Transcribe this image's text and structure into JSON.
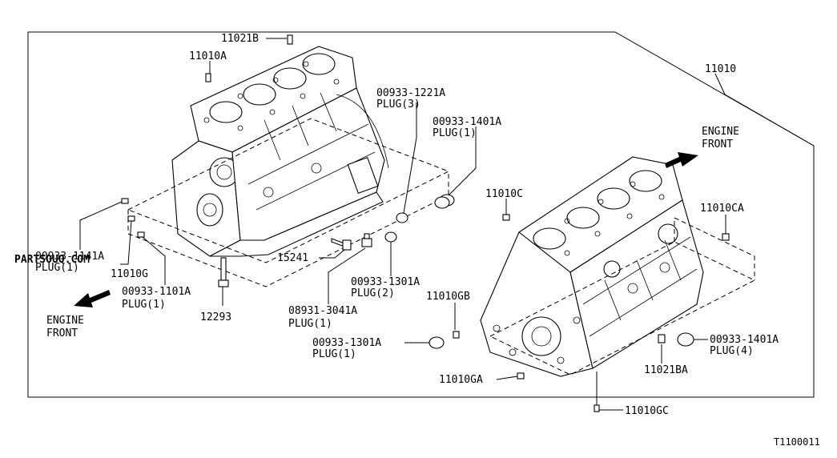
{
  "watermark": "PARTSOUQ.COM",
  "reference_code": "T1100011",
  "engine_front_left": {
    "line1": "ENGINE",
    "line2": "FRONT"
  },
  "engine_front_right": {
    "line1": "ENGINE",
    "line2": "FRONT"
  },
  "callouts": {
    "p11021B": "11021B",
    "p11010A": "11010A",
    "p11010": "11010",
    "p00933_1221A": "00933-1221A",
    "p00933_1221A_plug": "PLUG(3)",
    "p00933_1401A_top": "00933-1401A",
    "p00933_1401A_top_plug": "PLUG(1)",
    "p11010C": "11010C",
    "p11010CA": "11010CA",
    "p00933_1141A": "00933-1141A",
    "p00933_1141A_plug": "PLUG(1)",
    "p11010G": "11010G",
    "p00933_1101A": "00933-1101A",
    "p00933_1101A_plug": "PLUG(1)",
    "p12293": "12293",
    "p15241": "15241",
    "p00933_1301A_mid": "00933-1301A",
    "p00933_1301A_mid_plug": "PLUG(2)",
    "p08931_3041A": "08931-3041A",
    "p08931_3041A_plug": "PLUG(1)",
    "p11010GB": "11010GB",
    "p00933_1301A_low": "00933-1301A",
    "p00933_1301A_low_plug": "PLUG(1)",
    "p00933_1401A_right": "00933-1401A",
    "p00933_1401A_right_plug": "PLUG(4)",
    "p11021BA": "11021BA",
    "p11010GA": "11010GA",
    "p11010GC": "11010GC"
  }
}
